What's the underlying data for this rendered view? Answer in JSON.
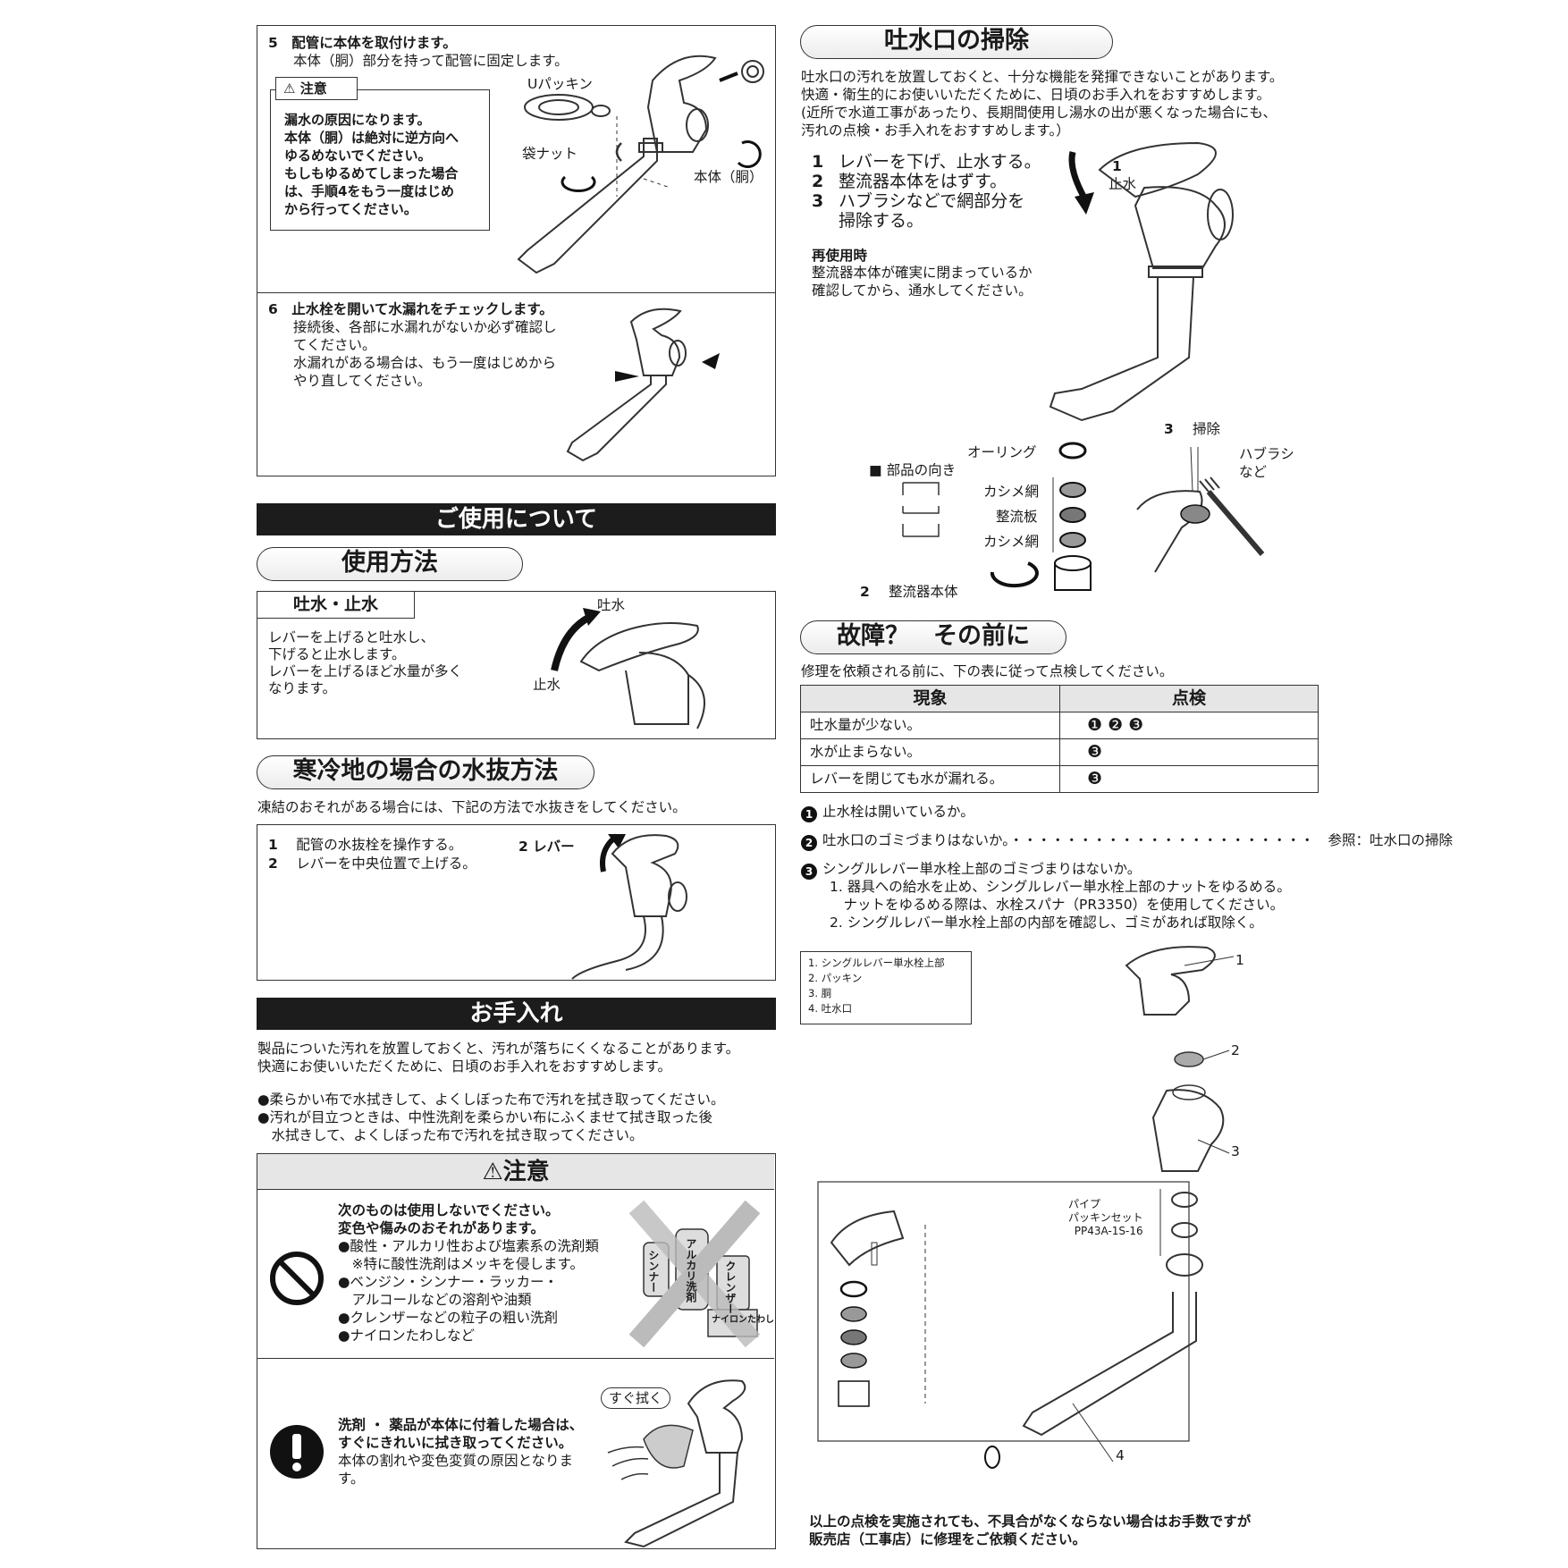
{
  "install": {
    "step5": {
      "title": "5　配管に本体を取付けます。",
      "desc": "本体（胴）部分を持って配管に固定します。",
      "caution_label": "注意",
      "caution_lines": [
        "漏水の原因になります。",
        "本体（胴）は絶対に逆方向へ",
        "ゆるめないでください。",
        "もしもゆるめてしまった場合",
        "は、手順4をもう一度はじめ",
        "から行ってください。"
      ],
      "label_upacking": "Uパッキン",
      "label_nut": "袋ナット",
      "label_body": "本体（胴）"
    },
    "step6": {
      "title": "6　止水栓を開いて水漏れをチェックします。",
      "lines": [
        "接続後、各部に水漏れがないか必ず確認し",
        "てください。",
        "水漏れがある場合は、もう一度はじめから",
        "やり直してください。"
      ]
    }
  },
  "usage": {
    "bar_title": "ご使用について",
    "pill_title": "使用方法",
    "tab_label": "吐水・止水",
    "lines": [
      "レバーを上げると吐水し、",
      "下げると止水します。",
      "レバーを上げるほど水量が多く",
      "なります。"
    ],
    "label_on": "吐水",
    "label_off": "止水"
  },
  "drain": {
    "pill_title": "寒冷地の場合の水抜方法",
    "intro": "凍結のおそれがある場合には、下記の方法で水抜きをしてください。",
    "steps": [
      {
        "num": "1",
        "text": "配管の水抜栓を操作する。"
      },
      {
        "num": "2",
        "text": "レバーを中央位置で上げる。"
      }
    ],
    "label_lever": "2 レバー"
  },
  "care": {
    "bar_title": "お手入れ",
    "intro_lines": [
      "製品についた汚れを放置しておくと、汚れが落ちにくくなることがあります。",
      "快適にお使いいただくために、日頃のお手入れをおすすめします。"
    ],
    "bullets": [
      "●柔らかい布で水拭きして、よくしぼった布で汚れを拭き取ってください。",
      "●汚れが目立つときは、中性洗剤を柔らかい布にふくませて拭き取った後",
      "　水拭きして、よくしぼった布で汚れを拭き取ってください。"
    ],
    "caution_title": "注意",
    "prohibit_lines": [
      "次のものは使用しないでください。",
      "変色や傷みのおそれがあります。",
      "●酸性・アルカリ性および塩素系の洗剤類",
      "　※特に酸性洗剤はメッキを侵します。",
      "●ベンジン・シンナー・ラッカー・",
      "　アルコールなどの溶剤や油類",
      "●クレンザーなどの粒子の粗い洗剤",
      "●ナイロンたわしなど"
    ],
    "bottle_labels": [
      "シンナー",
      "アルカリ洗剤",
      "クレンザー",
      "ナイロンたわし"
    ],
    "wipe_lines": [
      "洗剤 ・ 薬品が本体に付着した場合は、",
      "すぐにきれいに拭き取ってください。",
      "本体の割れや変色変質の原因となりま",
      "す。"
    ],
    "wipe_label": "すぐ拭く"
  },
  "spout": {
    "pill_title": "吐水口の掃除",
    "intro_lines": [
      "吐水口の汚れを放置しておくと、十分な機能を発揮できないことがあります。",
      "快適・衛生的にお使いいただくために、日頃のお手入れをおすすめします。",
      "(近所で水道工事があったり、長期間使用し湯水の出が悪くなった場合にも、",
      "汚れの点検・お手入れをおすすめします。）"
    ],
    "steps": [
      {
        "num": "1",
        "text": "レバーを下げ、止水する。"
      },
      {
        "num": "2",
        "text": "整流器本体をはずす。"
      },
      {
        "num": "3",
        "text": "ハブラシなどで網部分を"
      },
      {
        "num": "",
        "text": "掃除する。"
      }
    ],
    "reuse_title": "再使用時",
    "reuse_lines": [
      "整流器本体が確実に閉まっているか",
      "確認してから、通水してください。"
    ],
    "label_stop_num": "1",
    "label_stop": "止水",
    "label_oring": "オーリング",
    "label_orientation": "■ 部品の向き",
    "label_mesh1": "カシメ網",
    "label_plate": "整流板",
    "label_mesh2": "カシメ網",
    "label_body_num": "2",
    "label_body": "整流器本体",
    "label_clean_num": "3",
    "label_clean": "掃除",
    "label_brush": "ハブラシ",
    "label_brush2": "など"
  },
  "trouble": {
    "pill_title": "故障？　その前に",
    "intro": "修理を依頼される前に、下の表に従って点検してください。",
    "table": {
      "headers": [
        "現象",
        "点検"
      ],
      "rows": [
        {
          "symptom": "吐水量が少ない。",
          "check": "❶ ❷ ❸"
        },
        {
          "symptom": "水が止まらない。",
          "check": "❸"
        },
        {
          "symptom": "レバーを閉じても水が漏れる。",
          "check": "❸"
        }
      ]
    },
    "checks": [
      {
        "mark": "1",
        "text": "止水栓は開いているか。"
      },
      {
        "mark": "2",
        "text": "吐水口のゴミづまりはないか。・・・・・・・・・・・・・・・・・・・・・・　参照：吐水口の掃除"
      },
      {
        "mark": "3",
        "text": "シングルレバー単水栓上部のゴミづまりはないか。"
      }
    ],
    "sub_lines": [
      "1. 器具への給水を止め、シングルレバー単水栓上部のナットをゆるめる。",
      "　ナットをゆるめる際は、水栓スパナ（PR3350）を使用してください。",
      "2. シングルレバー単水栓上部の内部を確認し、ゴミがあれば取除く。"
    ],
    "legend": [
      "1.  シングルレバー単水栓上部",
      "2.  パッキン",
      "3.  胴",
      "4.  吐水口"
    ],
    "callouts": [
      "1",
      "2",
      "3",
      "4"
    ],
    "pipe_set": [
      "パイプ",
      "パッキンセット",
      "PP43A-1S-16"
    ],
    "footer_lines": [
      "以上の点検を実施されても、不具合がなくならない場合はお手数ですが",
      "販売店（工事店）に修理をご依頼ください。"
    ]
  }
}
